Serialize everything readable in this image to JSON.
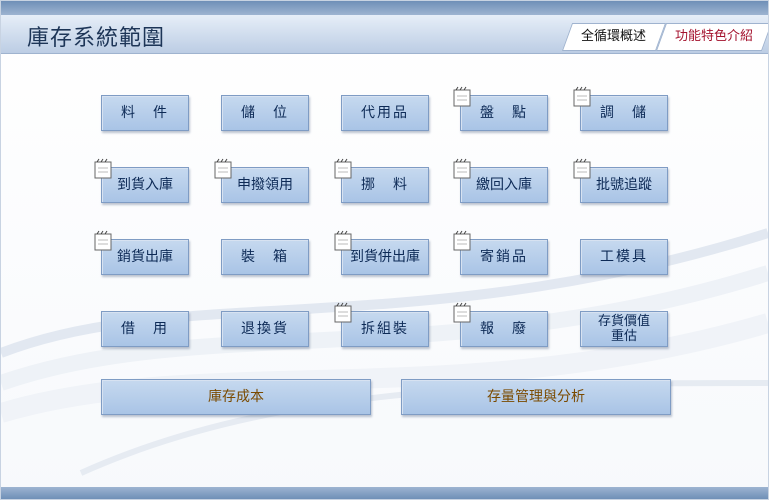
{
  "header": {
    "title": "庫存系統範圍",
    "tab_overview": "全循環概述",
    "tab_features": "功能特色介紹"
  },
  "buttons": {
    "b1": "料　件",
    "b2": "儲　位",
    "b3": "代用品",
    "b4": "盤　點",
    "b5": "調　儲",
    "b6": "到貨入庫",
    "b7": "申撥領用",
    "b8": "挪　料",
    "b9": "繳回入庫",
    "b10": "批號追蹤",
    "b11": "銷貨出庫",
    "b12": "裝　箱",
    "b13": "到貨併出庫",
    "b14": "寄銷品",
    "b15": "工模具",
    "b16": "借　用",
    "b17": "退換貨",
    "b18": "拆組裝",
    "b19": "報　廢",
    "b20": "存貨價值\n重估",
    "b21": "庫存成本",
    "b22": "存量管理與分析"
  }
}
